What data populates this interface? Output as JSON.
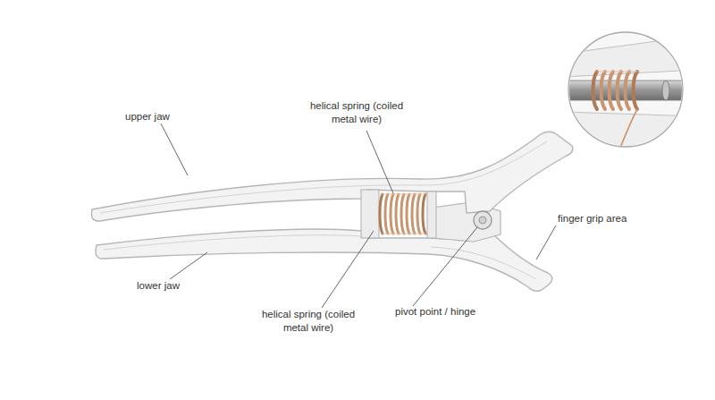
{
  "diagram": {
    "labels": [
      "upper jaw",
      "helical spring (coiled metal wire)",
      "finger grip area",
      "lower jaw",
      "helical spring (coiled metal wire)",
      "pivot point / hinge"
    ]
  }
}
